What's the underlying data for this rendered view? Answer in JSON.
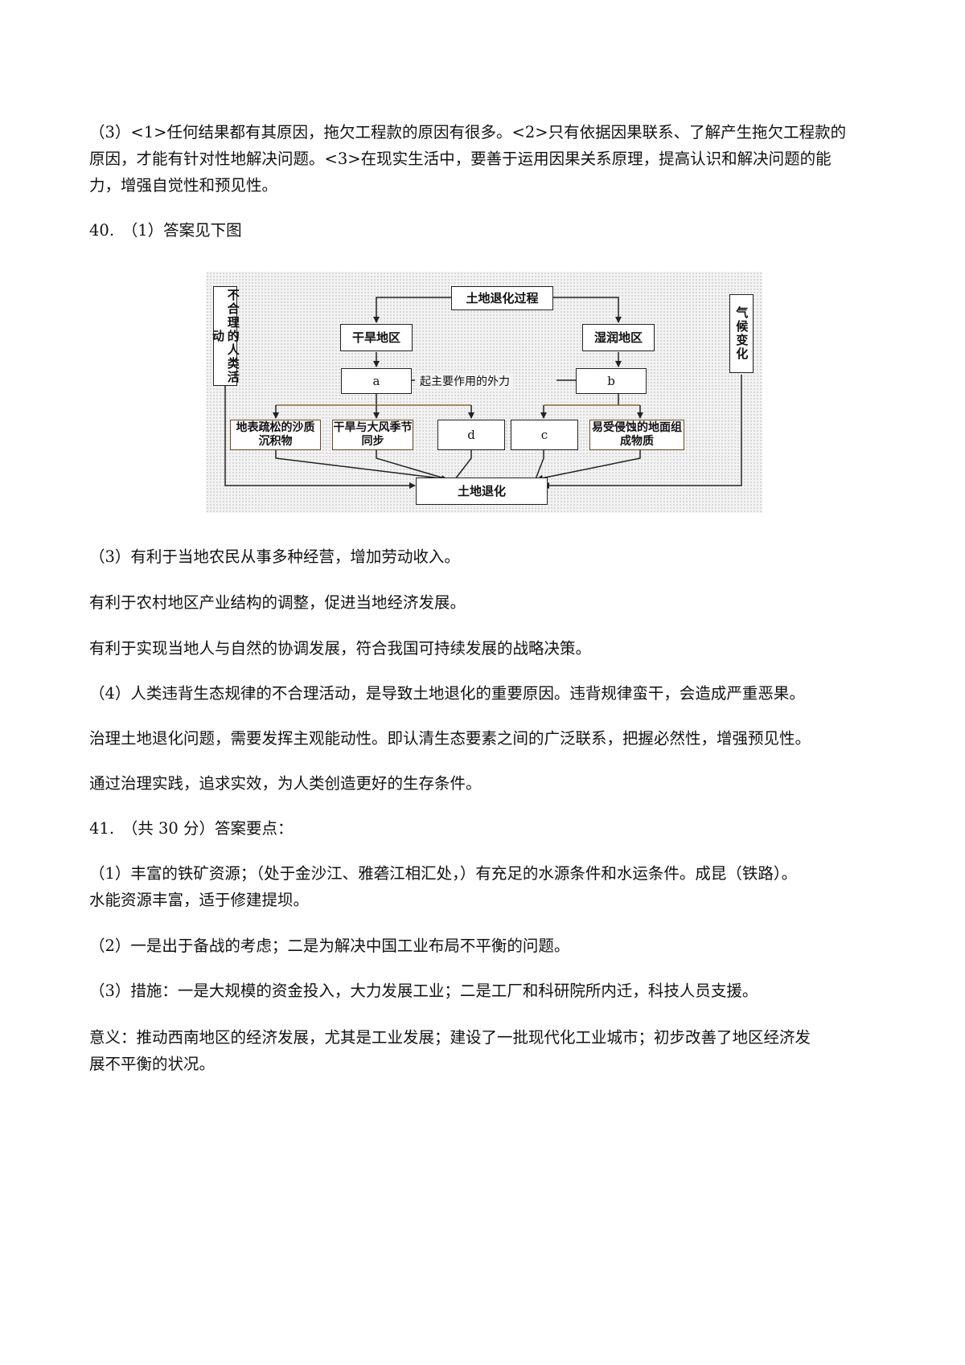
{
  "para_q3_prev": {
    "lines": [
      "（3）<1>任何结果都有其原因，拖欠工程款的原因有很多。<2>只有依据因果联系、了解产生拖欠工程款的",
      "原因，才能有针对性地解决问题。<3>在现实生活中，要善于运用因果关系原理，提高认识和解决问题的能",
      "力，增强自觉性和预见性。"
    ]
  },
  "q40_header": "40.　（1）答案见下图",
  "diagram": {
    "top": "土地退化过程",
    "left_region": "干旱地区",
    "right_region": "湿润地区",
    "a": "a",
    "b": "b",
    "force_label": "起主要作用的外力",
    "factor1": "地表疏松的沙质沉积物",
    "factor2": "干旱与大风季节同步",
    "d": "d",
    "c": "c",
    "factor5": "易受侵蚀的地面组成物质",
    "bottom": "土地退化",
    "left_vertical": "不合理的人类活动",
    "right_vertical": "气候变化"
  },
  "q40_3": {
    "l1": "（3）有利于当地农民从事多种经营，增加劳动收入。",
    "l2": "有利于农村地区产业结构的调整，促进当地经济发展。",
    "l3": "有利于实现当地人与自然的协调发展，符合我国可持续发展的战略决策。"
  },
  "q40_4": {
    "l1": "（4）人类违背生态规律的不合理活动，是导致土地退化的重要原因。违背规律蛮干，会造成严重恶果。",
    "l2": "治理土地退化问题，需要发挥主观能动性。即认清生态要素之间的广泛联系，把握必然性，增强预见性。",
    "l3": "通过治理实践，追求实效，为人类创造更好的生存条件。"
  },
  "q41_header": "41.　（共 30 分）答案要点：",
  "q41_1": {
    "lines": [
      "（1）丰富的铁矿资源；（处于金沙江、雅砻江相汇处，）有充足的水源条件和水运条件。成昆（铁路）。",
      "水能资源丰富，适于修建提坝。"
    ]
  },
  "q41_2": "（2）一是出于备战的考虑；二是为解决中国工业布局不平衡的问题。",
  "q41_3": "（3）措施：一是大规模的资金投入，大力发展工业；二是工厂和科研院所内迁，科技人员支援。",
  "q41_meaning": {
    "lines": [
      "意义：推动西南地区的经济发展，尤其是工业发展；建设了一批现代化工业城市；初步改善了地区经济发",
      "展不平衡的状况。"
    ]
  }
}
